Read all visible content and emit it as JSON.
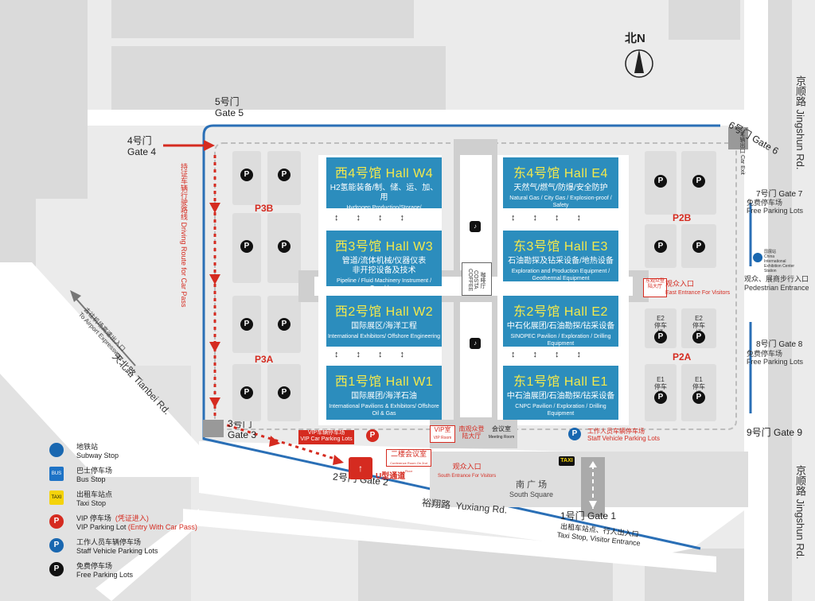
{
  "compass": {
    "label": "北N"
  },
  "gates": {
    "g1": {
      "cn": "1号门",
      "en": "Gate 1"
    },
    "g2": {
      "label": "2号门 Gate 2"
    },
    "g3": {
      "cn": "3号门",
      "en": "Gate 3"
    },
    "g4": {
      "cn": "4号门",
      "en": "Gate 4"
    },
    "g5": {
      "cn": "5号门",
      "en": "Gate 5"
    },
    "g6": {
      "label": "6号门 Gate 6"
    },
    "g7": {
      "label": "7号门 Gate 7"
    },
    "g8": {
      "label": "8号门 Gate 8"
    },
    "g9": {
      "label": "9号门 Gate 9"
    }
  },
  "roads": {
    "jingshun_cn": "京顺路",
    "jingshun_en": "Jingshun Rd.",
    "tianbei_cn": "天北路",
    "tianbei_en": "Tianbei Rd.",
    "yuxiang_cn": "裕翔路",
    "yuxiang_en": "Yuxiang Rd.",
    "jichang_cn": "去往机场高速出入口",
    "jichang_en": "To Airport Expressway"
  },
  "halls": {
    "w4": {
      "title": "西4号馆 Hall W4",
      "sub": "H2氢能装备/制、储、运、加、用",
      "desc": "Hydrogen Production/Storage/ Transportation/Refueling/Utilization"
    },
    "w3": {
      "title": "西3号馆 Hall W3",
      "sub": "管道/流体机械/仪器仪表",
      "sub2": "非开挖设备及技术",
      "desc": "Pipeline / Fluid Machinery Instrument / Trenchless"
    },
    "w2": {
      "title": "西2号馆 Hall W2",
      "sub": "国际展区/海洋工程",
      "desc": "International Exhibitors/ Offshore Engineering"
    },
    "w1": {
      "title": "西1号馆 Hall W1",
      "sub": "国际展团/海洋石油",
      "desc": "International Pavilions & Exhibitors/ Offshore Oil & Gas"
    },
    "e4": {
      "title": "东4号馆 Hall E4",
      "sub": "天然气/燃气/防爆/安全防护",
      "desc": "Natural Gas / City Gas / Explosion-proof / Safety"
    },
    "e3": {
      "title": "东3号馆 Hall E3",
      "sub": "石油勘探及钻采设备/地热设备",
      "desc": "Exploration and Production Equipment / Geothermal Equipment"
    },
    "e2": {
      "title": "东2号馆 Hall E2",
      "sub": "中石化展团/石油勘探/钻采设备",
      "desc": "SINOPEC Pavilion / Exploration / Drilling Equipment"
    },
    "e1": {
      "title": "东1号馆 Hall E1",
      "sub": "中石油展团/石油勘探/钻采设备",
      "desc": "CNPC Pavilion / Exploration / Drilling Equipment"
    }
  },
  "zones": {
    "p3b": "P3B",
    "p3a": "P3A",
    "p2b": "P2B",
    "p2a": "P2A"
  },
  "parking": {
    "e2_lbl": "E2",
    "e1_lbl": "E1",
    "lot_cn": "停车场",
    "vip_cn": "VIP车辆停车场",
    "vip_en": "VIP Car Parking Lots",
    "staff_cn": "工作人员车辆停车场",
    "staff_en": "Staff Vehicle Parking Lots",
    "free_cn": "免费停车场",
    "free_en": "Free Parking Lots"
  },
  "center": {
    "cafe_cn": "咖啡厅",
    "cafe_en": "COSTA COFFEE",
    "vip_room_cn": "VIP室",
    "vip_room_en": "VIP Room",
    "hall_cn": "南观众登陆大厅",
    "meeting_cn": "会议室",
    "meeting_en": "Meeting Room",
    "conf_cn": "二楼会议室",
    "conf_en": "Conference Room On 2nd Floor",
    "south_entr_cn": "观众入口",
    "south_entr_en": "South Entrance For Visitors",
    "east_hall_cn": "东观众登陆大厅",
    "east_entr_cn": "观众入口",
    "east_entr_en": "East Entrance For Visitors",
    "u_turn": "U型通道",
    "south_square_cn": "南 广 场",
    "south_square_en": "South Square",
    "car_exit_cn": "车辆出口",
    "car_exit_en": "Car Exit",
    "driving_cn": "持证车辆行驶路线",
    "driving_en": "Driving Route for Car Pass",
    "subway_cn": "国展站",
    "subway_en": "China International Exhibition Center Station",
    "ped_cn": "观众、展商步行入口",
    "ped_en": "Pedestrian Entrance",
    "taxi_cn": "出租车站点、行人出入口",
    "taxi_en": "Taxi Stop, Visitor Entrance",
    "taxi_sign": "TAXI"
  },
  "legend": [
    {
      "icon": "subway",
      "cn": "地铁站",
      "en": "Subway Stop"
    },
    {
      "icon": "bus",
      "cn": "巴士停车场",
      "en": "Bus Stop"
    },
    {
      "icon": "taxi",
      "cn": "出租车站点",
      "en": "Taxi Stop"
    },
    {
      "icon": "vip-p",
      "cn": "VIP 停车场",
      "en": "VIP Parking Lot",
      "note_cn": "(凭证进入)",
      "note_en": "(Entry With Car Pass)"
    },
    {
      "icon": "staff-p",
      "cn": "工作人员车辆停车场",
      "en": "Staff Vehicle Parking Lots"
    },
    {
      "icon": "free-p",
      "cn": "免费停车场",
      "en": "Free Parking Lots"
    }
  ],
  "icons": {
    "p": "P",
    "bus": "BUS",
    "taxi": "TAXI"
  },
  "colors": {
    "hall": "#2c8dbd",
    "hall_title": "#f4e94b",
    "red": "#d52b20",
    "road_blue": "#2a6fb6"
  }
}
